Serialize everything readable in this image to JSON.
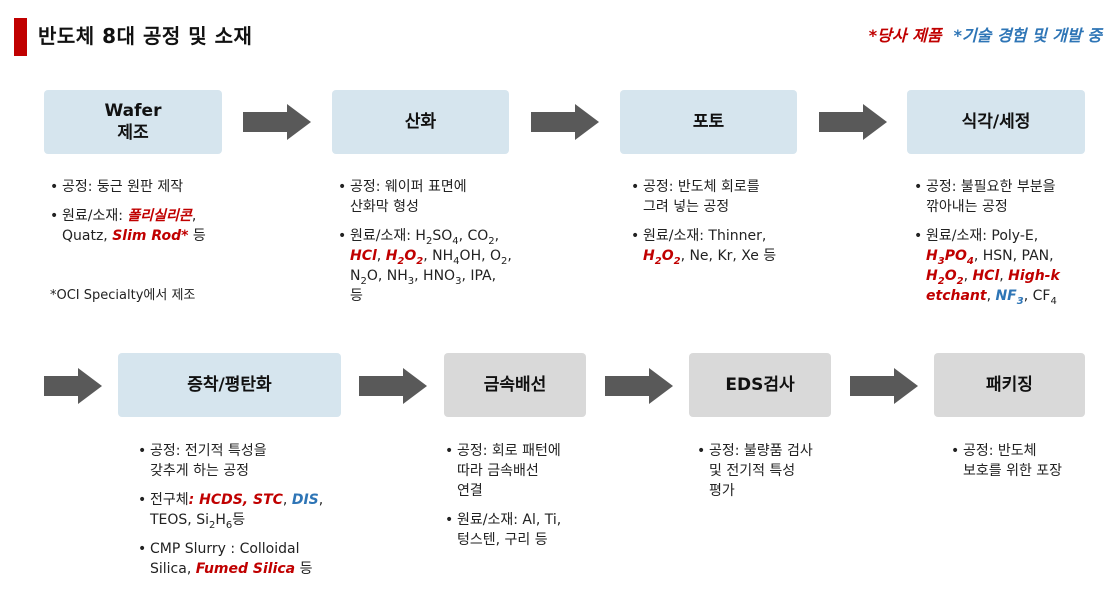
{
  "header": {
    "title": "반도체 8대 공정 및 소재",
    "legend_own": "*당사 제품",
    "legend_dev": "*기술 경험 및 개발 중"
  },
  "colors": {
    "accent": "#c00000",
    "dev": "#2e75b6",
    "box_blue": "#d6e5ee",
    "box_gray": "#d9d9d9",
    "arrow": "#595959"
  },
  "icons": {
    "arrow": "right-block-arrow"
  },
  "steps": [
    {
      "name_line1": "Wafer",
      "name_line2": "제조",
      "process": "공정: 둥근 원판 제작",
      "mat_label": "원료/소재: ",
      "mat_red1": "폴리실리콘",
      "mat_sep1": ",",
      "mat_text2": "Quatz, ",
      "mat_red2": "Slim Rod*",
      "mat_text3": " 등",
      "note": "*OCI Specialty에서 제조"
    },
    {
      "name": "산화",
      "process1": "공정: 웨이퍼 표면에",
      "process2": "산화막 형성",
      "mat_label": "원료/소재: ",
      "h2so": "H",
      "h2so_sub": "2",
      "h2so_rest": "SO",
      "h2so_sub2": "4",
      "co": ", CO",
      "co_sub": "2",
      "co_end": ",",
      "hcl": "HCl",
      "h2o2_h": "H",
      "h2o2_sub1": "2",
      "h2o2_o": "O",
      "h2o2_sub2": "2",
      "nh4": ", NH",
      "nh4_sub": "4",
      "nh4_rest": "OH, O",
      "o2_sub": "2",
      "o2_end": ",",
      "n2o": "N",
      "n2o_sub": "2",
      "n2o_rest": "O, NH",
      "nh3_sub": "3",
      "hno": ", HNO",
      "hno_sub": "3",
      "ipa": ", IPA,",
      "etc": "등"
    },
    {
      "name": "포토",
      "process1": "공정: 반도체 회로를",
      "process2": "그려 넣는 공정",
      "mat_label": "원료/소재: ",
      "mat_text1": "Thinner,",
      "h2o2_h": "H",
      "h2o2_sub1": "2",
      "h2o2_o": "O",
      "h2o2_sub2": "2",
      "mat_text2": ", Ne, Kr, Xe 등"
    },
    {
      "name": "식각/세정",
      "process1": "공정: 불필요한 부분을",
      "process2": "깎아내는 공정",
      "mat_label": "원료/소재: ",
      "mat_text1": "Poly-E,",
      "h3po4_h": "H",
      "h3po4_sub1": "3",
      "h3po4_po": "PO",
      "h3po4_sub2": "4",
      "mat_text2": ", HSN, PAN,",
      "h2o2_h": "H",
      "h2o2_sub1": "2",
      "h2o2_o": "O",
      "h2o2_sub2": "2",
      "hcl_sep": ", ",
      "hcl": "HCl",
      "highk_sep": ", ",
      "highk": "High-k",
      "etchant": "etchant",
      "nf3_sep": ", ",
      "nf3": "NF",
      "nf3_sub": "3",
      "cf4": ", CF",
      "cf4_sub": "4"
    },
    {
      "name": "증착/평탄화",
      "process1": "공정: 전기적 특성을",
      "process2": "갖추게 하는 공정",
      "prec_label": "전구체",
      "prec_red": ": HCDS, STC",
      "prec_sep": ", ",
      "prec_blue": "DIS",
      "prec_text2": "TEOS, Si",
      "si2h6_sub1": "2",
      "si2h6_h": "H",
      "si2h6_sub2": "6",
      "prec_end": "등",
      "cmp1": "CMP Slurry : Colloidal",
      "cmp2": "Silica, ",
      "cmp_red": "Fumed Silica",
      "cmp_end": " 등"
    },
    {
      "name": "금속배선",
      "process1": "공정: 회로 패턴에",
      "process2": "따라 금속배선",
      "process3": "연결",
      "mat1": "원료/소재: Al, Ti,",
      "mat2": "텅스텐, 구리 등"
    },
    {
      "name": "EDS검사",
      "process1": "공정: 불량품 검사",
      "process2": "및 전기적 특성",
      "process3": "평가"
    },
    {
      "name": "패키징",
      "process1": "공정: 반도체",
      "process2": "보호를 위한 포장"
    }
  ]
}
